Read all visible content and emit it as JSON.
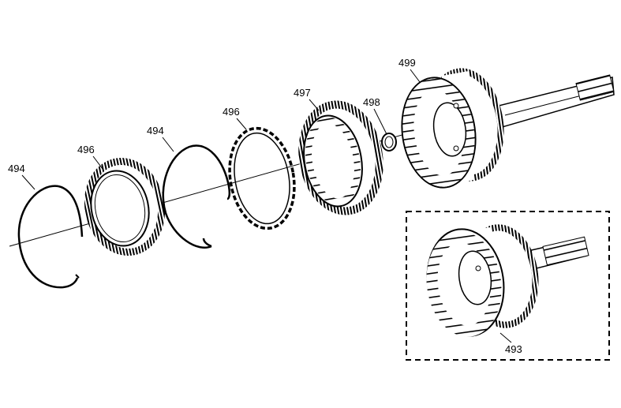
{
  "callouts": {
    "snap_ring_left": "494",
    "ring_left": "496",
    "snap_ring_mid": "494",
    "ring_mid": "496",
    "gear_ring": "497",
    "small_ring": "498",
    "drum_shaft": "499",
    "inset_drum": "493"
  }
}
